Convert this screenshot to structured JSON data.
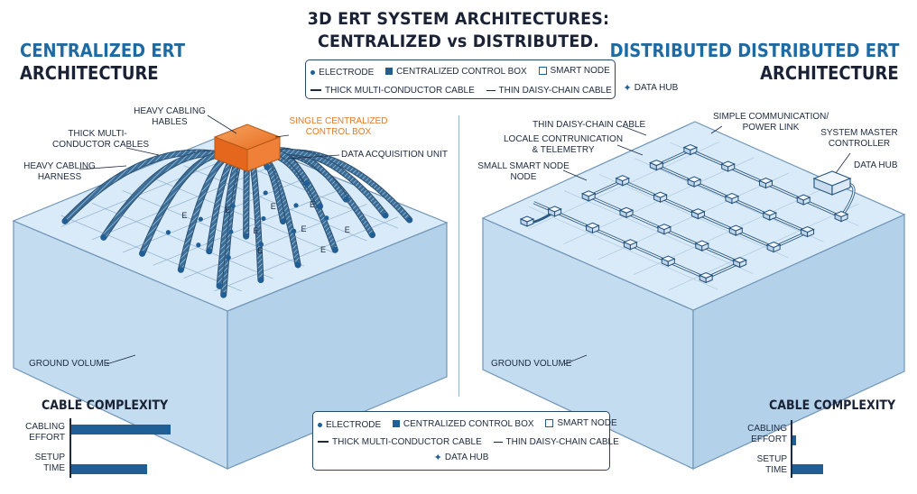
{
  "title": {
    "line1": "3D ERT SYSTEM ARCHITECTURES:",
    "line2": "CENTRALIZED vs DISTRIBUTED."
  },
  "left": {
    "title_line1": "CENTRALIZED ERT",
    "title_line2": "ARCHITECTURE",
    "labels": {
      "heavy_cabling_hables_1": "HEAVY CABLING",
      "heavy_cabling_hables_2": "HABLES",
      "thick_multi_1": "THICK MULTI-",
      "thick_multi_2": "CONDUCTOR CABLES",
      "heavy_harness_1": "HEAVY CABLING",
      "heavy_harness_2": "HARNESS",
      "control_box_1": "SINGLE CENTRALIZED",
      "control_box_2": "CONTROL BOX",
      "daq": "DATA ACQUISITION UNIT",
      "ground": "GROUND VOLUME",
      "electrode_letter": "E"
    },
    "cable_complexity": {
      "title": "CABLE COMPLEXITY",
      "bars": [
        {
          "label1": "CABLING",
          "label2": "EFFORT",
          "value": 0.92
        },
        {
          "label1": "SETUP",
          "label2": "TIME",
          "value": 0.7
        }
      ]
    }
  },
  "right": {
    "title_line1": "DISTRIBUTED  DISTRIBUTED ERT",
    "title_line2": "ARCHITECTURE",
    "labels": {
      "thin_daisy": "THIN DAISY-CHAIN CABLE",
      "locale_1": "LOCALE CONTRUNICATION",
      "locale_2": "& TELEMETRY",
      "small_node_1": "SMALL SMART NODE",
      "small_node_2": "NODE",
      "simple_comm_1": "SIMPLE COMMUNICATION/",
      "simple_comm_2": "POWER LINK",
      "master_1": "SYSTEM MASTER",
      "master_2": "CONTROLLER",
      "data_hub": "DATA HUB",
      "ground": "GROUND VOLUME"
    },
    "cable_complexity": {
      "title": "CABLE COMPLEXITY",
      "bars": [
        {
          "label1": "CABLING",
          "label2": "EFFORT",
          "value": 0.03
        },
        {
          "label1": "SETUP",
          "label2": "TIME",
          "value": 0.28
        }
      ]
    }
  },
  "legend": {
    "electrode": "ELECTRODE",
    "control_box": "CENTRALIZED CONTROL BOX",
    "smart_node": "SMART NODE",
    "thick_cable": "THICK MULTI-CONDUCTOR CABLE",
    "thin_cable": "THIN DAISY-CHAIN CABLE",
    "data_hub": "DATA HUB"
  },
  "colors": {
    "accent_blue": "#1e6aa3",
    "control_box_orange": "#ee7a30",
    "block_top": "#d6e8f7",
    "block_side": "#bcd7ee"
  }
}
